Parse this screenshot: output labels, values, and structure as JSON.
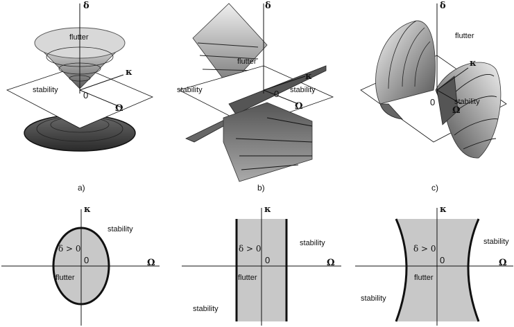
{
  "symbols": {
    "delta": "δ",
    "kappa": "κ",
    "omega": "Ω",
    "zero": "0"
  },
  "captions": [
    "a)",
    "b)",
    "c)"
  ],
  "labels": {
    "flutter": "flutter",
    "stability": "stability",
    "delta_positive": "δ > 0"
  },
  "colors": {
    "shaded_region": "#c8c8c8",
    "dark_surface": "#333333",
    "light_surface": "#e8e8e8",
    "outline": "#111111"
  }
}
